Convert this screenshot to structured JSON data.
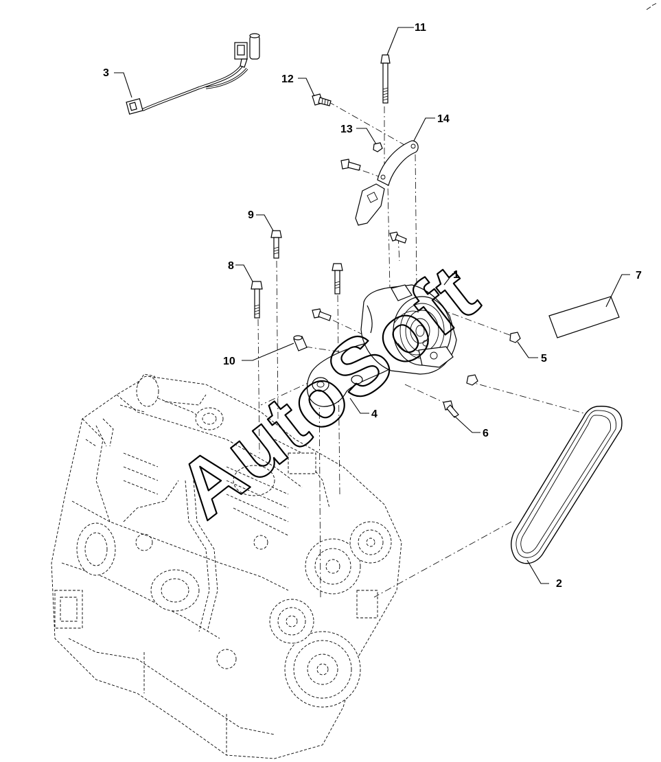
{
  "diagram": {
    "callouts": [
      {
        "id": "callout-1",
        "label": "1"
      },
      {
        "id": "callout-2",
        "label": "2"
      },
      {
        "id": "callout-3",
        "label": "3"
      },
      {
        "id": "callout-4",
        "label": "4"
      },
      {
        "id": "callout-5",
        "label": "5"
      },
      {
        "id": "callout-6",
        "label": "6"
      },
      {
        "id": "callout-7",
        "label": "7"
      },
      {
        "id": "callout-8",
        "label": "8"
      },
      {
        "id": "callout-9",
        "label": "9"
      },
      {
        "id": "callout-10",
        "label": "10"
      },
      {
        "id": "callout-11",
        "label": "11"
      },
      {
        "id": "callout-12",
        "label": "12"
      },
      {
        "id": "callout-13",
        "label": "13"
      },
      {
        "id": "callout-14",
        "label": "14"
      }
    ],
    "watermark": "AutoSoft"
  }
}
